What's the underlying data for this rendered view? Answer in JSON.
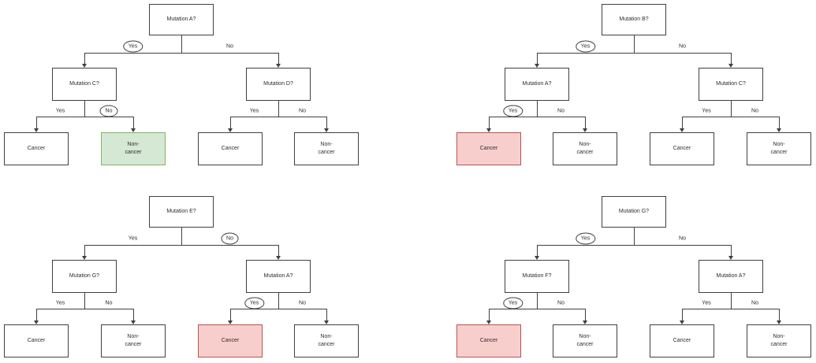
{
  "colors": {
    "node_fill": "#ffffff",
    "node_border": "#404040",
    "edge_line": "#404040",
    "text": "#2d2d2d",
    "highlight_green_fill": "#d5e8d4",
    "highlight_green_border": "#82b366",
    "highlight_red_fill": "#f8cecc",
    "highlight_red_border": "#b85450"
  },
  "trees": [
    {
      "position": "top-left",
      "root": {
        "label": "Mutation A?"
      },
      "root_edges": [
        {
          "label": "Yes",
          "circled": true
        },
        {
          "label": "No",
          "circled": false
        }
      ],
      "children": [
        {
          "label": "Mutation C?",
          "edges": [
            {
              "label": "Yes",
              "circled": false
            },
            {
              "label": "No",
              "circled": true
            }
          ],
          "leaves": [
            {
              "label": "Cancer",
              "highlight": "none"
            },
            {
              "label": "Non-cancer",
              "highlight": "green"
            }
          ]
        },
        {
          "label": "Mutation D?",
          "edges": [
            {
              "label": "Yes",
              "circled": false
            },
            {
              "label": "No",
              "circled": false
            }
          ],
          "leaves": [
            {
              "label": "Cancer",
              "highlight": "none"
            },
            {
              "label": "Non-cancer",
              "highlight": "none"
            }
          ]
        }
      ]
    },
    {
      "position": "top-right",
      "root": {
        "label": "Mutation B?"
      },
      "root_edges": [
        {
          "label": "Yes",
          "circled": true
        },
        {
          "label": "No",
          "circled": false
        }
      ],
      "children": [
        {
          "label": "Mutation A?",
          "edges": [
            {
              "label": "Yes",
              "circled": true
            },
            {
              "label": "No",
              "circled": false
            }
          ],
          "leaves": [
            {
              "label": "Cancer",
              "highlight": "red"
            },
            {
              "label": "Non-cancer",
              "highlight": "none"
            }
          ]
        },
        {
          "label": "Mutation C?",
          "edges": [
            {
              "label": "Yes",
              "circled": false
            },
            {
              "label": "No",
              "circled": false
            }
          ],
          "leaves": [
            {
              "label": "Cancer",
              "highlight": "none"
            },
            {
              "label": "Non-cancer",
              "highlight": "none"
            }
          ]
        }
      ]
    },
    {
      "position": "bottom-left",
      "root": {
        "label": "Mutation E?"
      },
      "root_edges": [
        {
          "label": "Yes",
          "circled": false
        },
        {
          "label": "No",
          "circled": true
        }
      ],
      "children": [
        {
          "label": "Mutation G?",
          "edges": [
            {
              "label": "Yes",
              "circled": false
            },
            {
              "label": "No",
              "circled": false
            }
          ],
          "leaves": [
            {
              "label": "Cancer",
              "highlight": "none"
            },
            {
              "label": "Non-cancer",
              "highlight": "none"
            }
          ]
        },
        {
          "label": "Mutation A?",
          "edges": [
            {
              "label": "Yes",
              "circled": true
            },
            {
              "label": "No",
              "circled": false
            }
          ],
          "leaves": [
            {
              "label": "Cancer",
              "highlight": "red"
            },
            {
              "label": "Non-cancer",
              "highlight": "none"
            }
          ]
        }
      ]
    },
    {
      "position": "bottom-right",
      "root": {
        "label": "Mutation G?"
      },
      "root_edges": [
        {
          "label": "Yes",
          "circled": true
        },
        {
          "label": "No",
          "circled": false
        }
      ],
      "children": [
        {
          "label": "Mutation F?",
          "edges": [
            {
              "label": "Yes",
              "circled": true
            },
            {
              "label": "No",
              "circled": false
            }
          ],
          "leaves": [
            {
              "label": "Cancer",
              "highlight": "red"
            },
            {
              "label": "Non-cancer",
              "highlight": "none"
            }
          ]
        },
        {
          "label": "Mutation A?",
          "edges": [
            {
              "label": "Yes",
              "circled": false
            },
            {
              "label": "No",
              "circled": false
            }
          ],
          "leaves": [
            {
              "label": "Cancer",
              "highlight": "none"
            },
            {
              "label": "Non-cancer",
              "highlight": "none"
            }
          ]
        }
      ]
    }
  ]
}
